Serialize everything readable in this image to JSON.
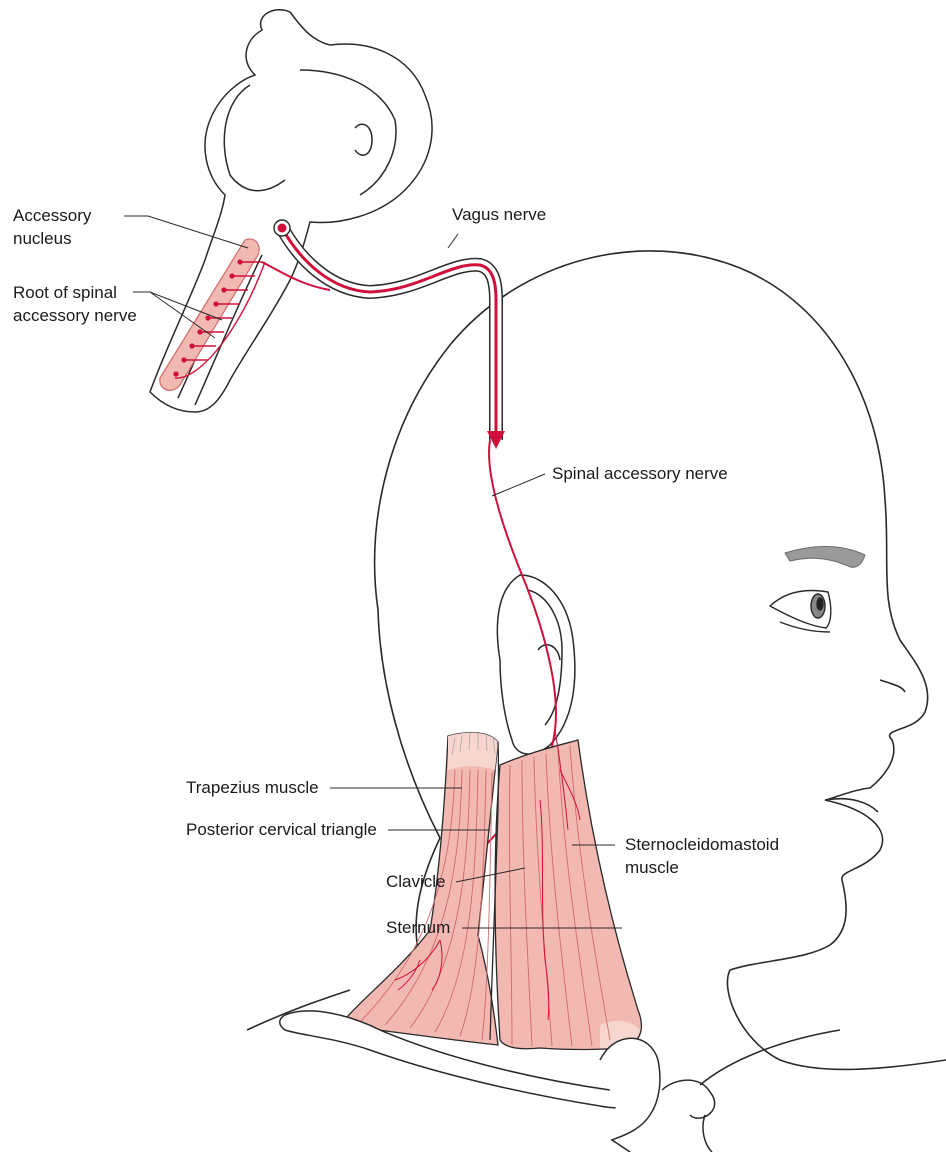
{
  "labels": {
    "accessory_nucleus_1": "Accessory",
    "accessory_nucleus_2": "nucleus",
    "root_1": "Root of spinal",
    "root_2": "accessory nerve",
    "vagus": "Vagus nerve",
    "spinal_accessory": "Spinal accessory nerve",
    "trapezius": "Trapezius muscle",
    "posterior_triangle": "Posterior cervical triangle",
    "scm_1": "Sternocleidomastoid",
    "scm_2": "muscle",
    "clavicle": "Clavicle",
    "sternum": "Sternum"
  },
  "colors": {
    "nerve": "#d0103a",
    "muscle_fill": "#f2b8b2",
    "muscle_line": "#cf6b6b",
    "tendon": "#f7d6cf",
    "outline": "#2a2a2a",
    "brow": "#9a9a9a",
    "text": "#1a1a1a"
  }
}
